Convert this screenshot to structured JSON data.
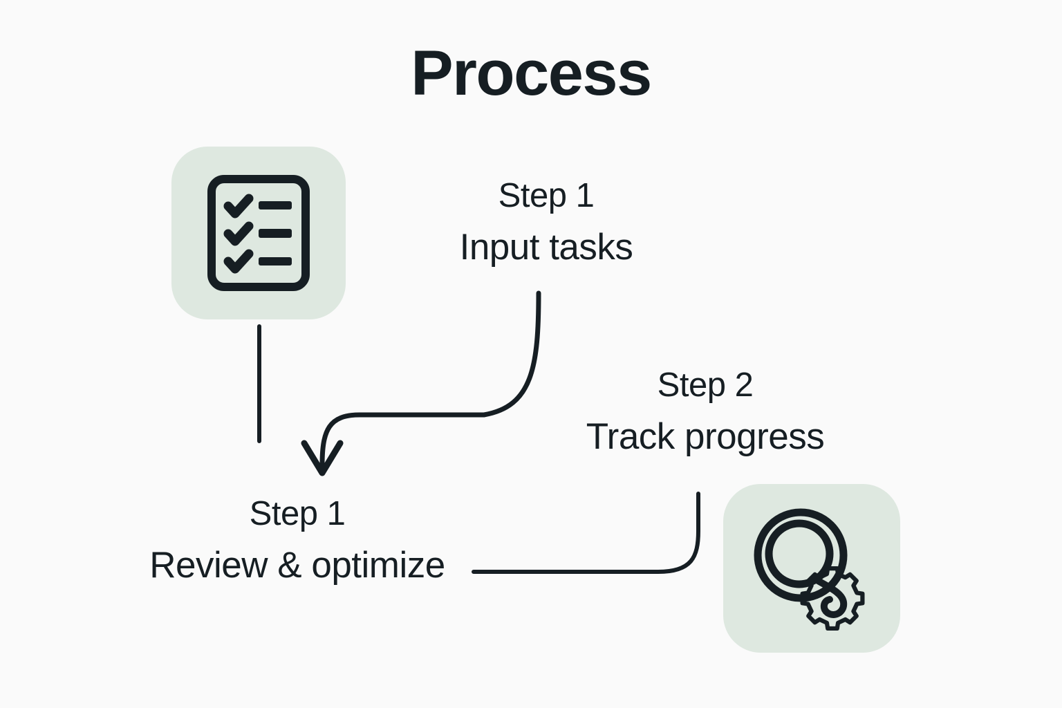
{
  "page": {
    "title": "Process",
    "background_color": "#fafafa",
    "ink_color": "#161e23",
    "tile_color": "#dee8e0"
  },
  "diagram": {
    "type": "flow",
    "steps": [
      {
        "id": "step-1",
        "heading": "Step 1",
        "description": "Input tasks",
        "icon": "checklist-icon",
        "icon_position": "top-left"
      },
      {
        "id": "step-2",
        "heading": "Step 2",
        "description": "Track progress",
        "icon": "magnifier-gear-icon",
        "icon_position": "bottom-right"
      },
      {
        "id": "step-3",
        "heading": "Step 1",
        "description": "Review & optimize",
        "icon": null,
        "icon_position": "bottom-left"
      }
    ],
    "connectors": [
      {
        "id": "stub-from-checklist",
        "from": "checklist-icon",
        "to": null,
        "arrowhead": false
      },
      {
        "id": "curve-input-to-review",
        "from": "step-1",
        "to": "step-3",
        "arrowhead": true
      },
      {
        "id": "line-review-to-track",
        "from": "step-3",
        "to": "step-2",
        "arrowhead": false
      }
    ]
  },
  "icons": {
    "checklist": {
      "name": "checklist-icon",
      "rows": 3,
      "row_marks": [
        "check",
        "check",
        "check"
      ]
    },
    "analysis": {
      "name": "magnifier-gear-icon",
      "parts": [
        "magnifier",
        "gear"
      ],
      "gear_teeth": 9
    }
  }
}
